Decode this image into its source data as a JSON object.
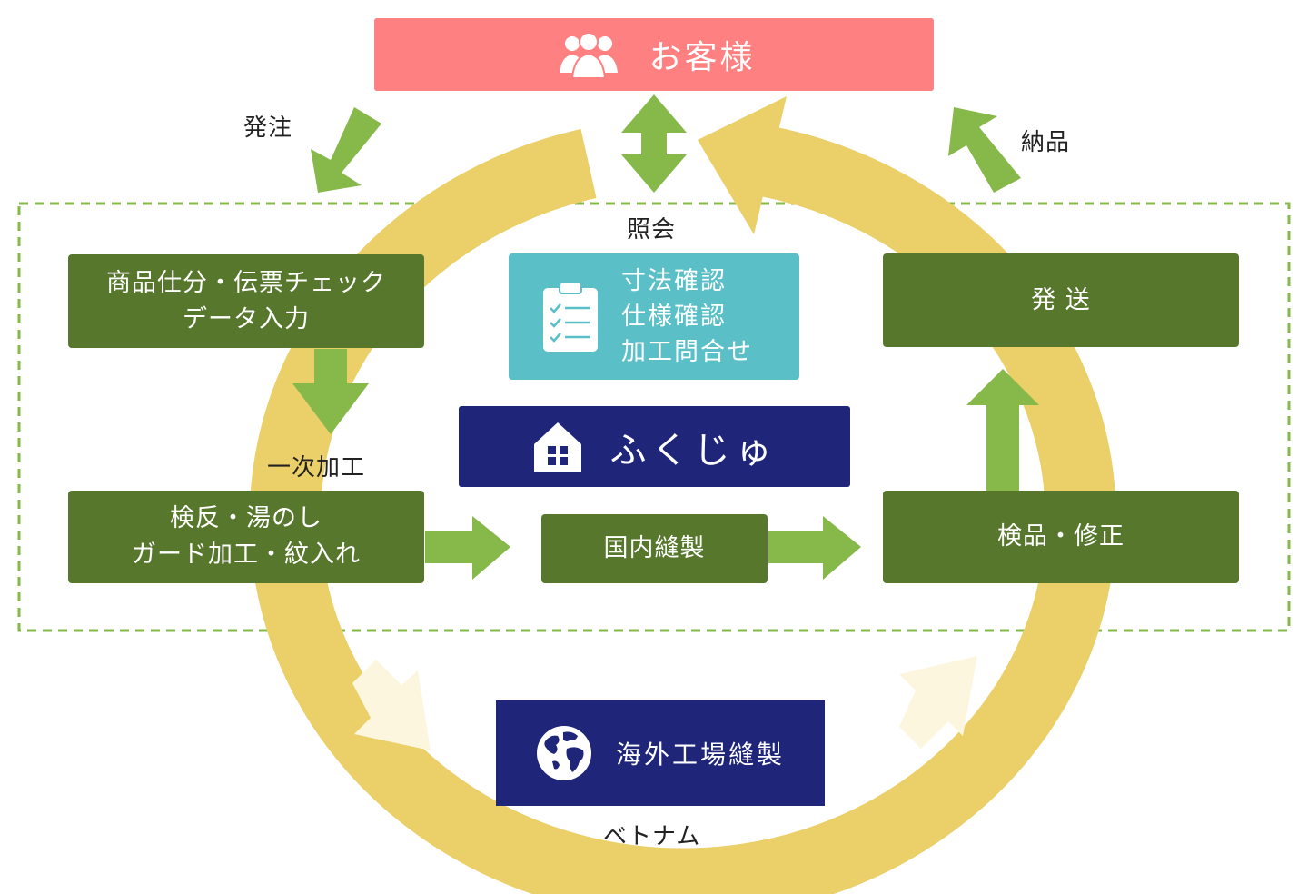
{
  "customer": {
    "label": "お客様",
    "icon": "people-icon"
  },
  "labels": {
    "order": "発注",
    "delivery": "納品",
    "inquiry": "照会",
    "primary_processing": "一次加工",
    "vietnam": "ベトナム"
  },
  "steps": {
    "sorting": {
      "line1": "商品仕分・伝票チェック",
      "line2": "データ入力"
    },
    "processing": {
      "line1": "検反・湯のし",
      "line2": "ガード加工・紋入れ"
    },
    "domestic_sewing": {
      "label": "国内縫製"
    },
    "inspection": {
      "label": "検品・修正"
    },
    "shipping": {
      "label": "発 送"
    }
  },
  "check": {
    "icon": "clipboard-checklist-icon",
    "items": [
      "寸法確認",
      "仕様確認",
      "加工問合せ"
    ]
  },
  "company": {
    "name": "ふくじゅ",
    "icon": "house-icon"
  },
  "overseas": {
    "label": "海外工場縫製",
    "icon": "globe-icon"
  },
  "colors": {
    "ring": "#ebcf68",
    "arrow_green": "#86b94a",
    "box_green": "#56772c",
    "navy": "#1f2578",
    "teal": "#5bbfc8",
    "pink": "#ff8080",
    "dashed_border": "#86b94a",
    "pale_arrow": "#fdf6df"
  }
}
